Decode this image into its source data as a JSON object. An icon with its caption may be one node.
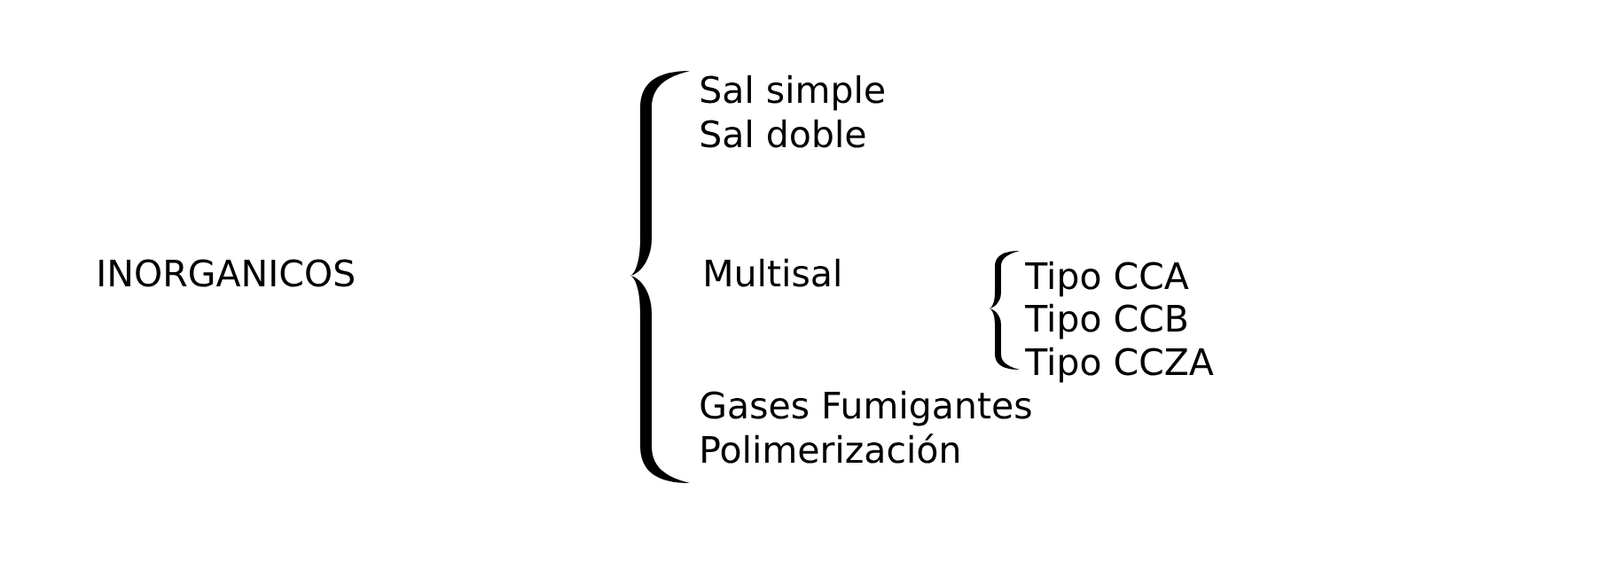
{
  "diagram": {
    "nodes": [
      {
        "text": [],
        "shape": "brace"
      },
      {
        "text": [],
        "shape": "brace"
      }
    ],
    "labels": [
      "INORGANICOS",
      "Sal simple",
      "Sal doble",
      "Multisal",
      "Tipo CCA",
      "Tipo CCB",
      "Tipo CCZA",
      "Gases Fumigantes",
      "Polimerización"
    ]
  }
}
